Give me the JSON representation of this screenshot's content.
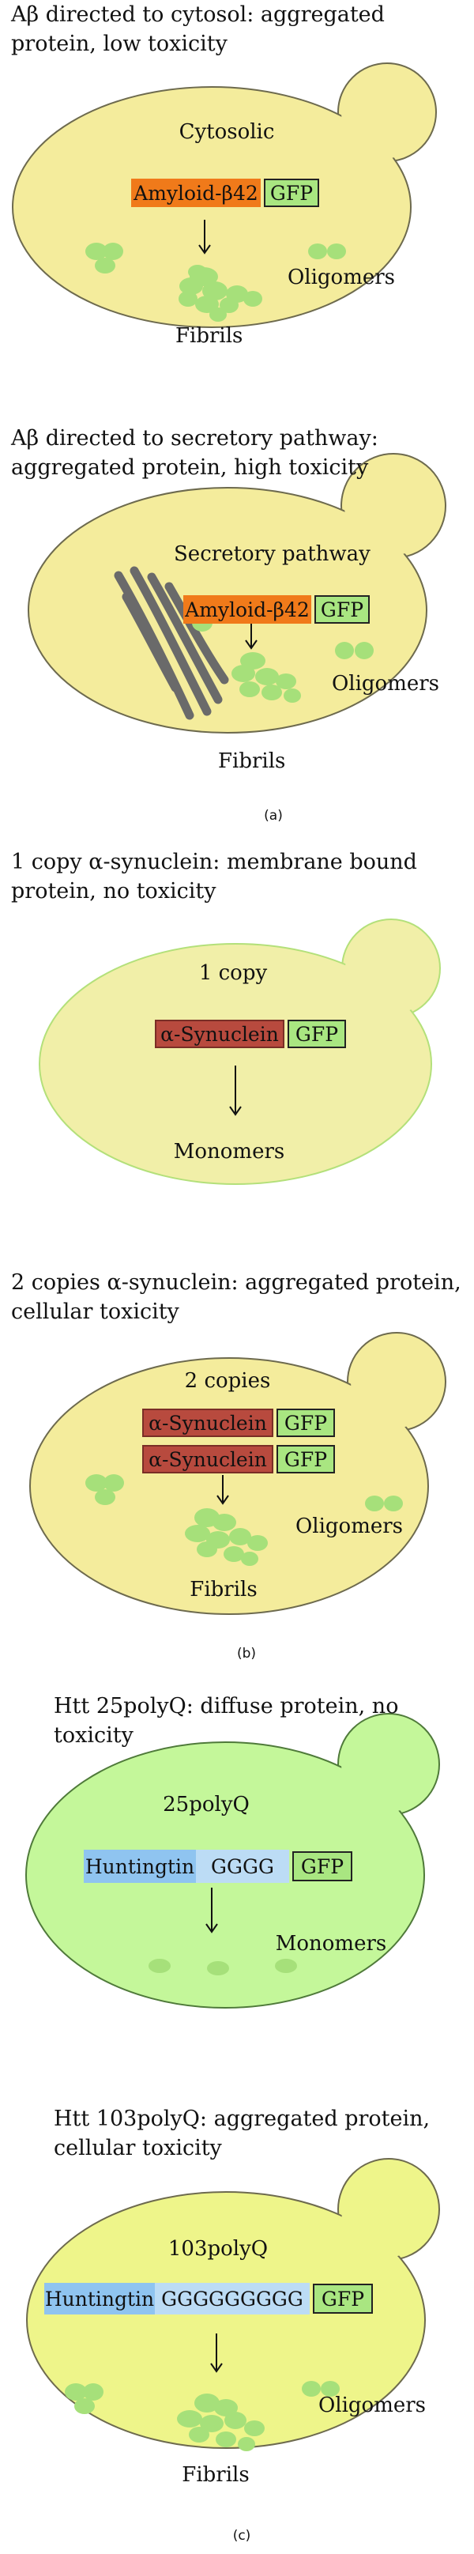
{
  "figure": {
    "panel_a": {
      "cell1": {
        "heading": "Aβ directed to cytosol: aggregated protein, low toxicity",
        "compartment": "Cytosolic",
        "protein": "Amyloid-β42",
        "tag": "GFP",
        "label_right": "Oligomers",
        "label_bottom": "Fibrils"
      },
      "cell2": {
        "heading": "Aβ directed to secretory pathway: aggregated protein, high toxicity",
        "compartment": "Secretory pathway",
        "protein": "Amyloid-β42",
        "tag": "GFP",
        "label_right": "Oligomers",
        "label_bottom": "Fibrils"
      },
      "caption": "(a)"
    },
    "panel_b": {
      "cell1": {
        "heading": "1 copy α-synuclein: membrane bound protein, no toxicity",
        "compartment": "1 copy",
        "protein": "α-Synuclein",
        "tag": "GFP",
        "label_bottom": "Monomers"
      },
      "cell2": {
        "heading": "2 copies α-synuclein: aggregated protein, cellular toxicity",
        "compartment": "2 copies",
        "protein": "α-Synuclein",
        "protein_2": "α-Synuclein",
        "tag": "GFP",
        "tag_2": "GFP",
        "label_right": "Oligomers",
        "label_bottom": "Fibrils"
      },
      "caption": "(b)"
    },
    "panel_c": {
      "cell1": {
        "heading": "Htt 25polyQ: diffuse protein, no toxicity",
        "compartment": "25polyQ",
        "protein": "Huntingtin",
        "repeat": "GGGG",
        "tag": "GFP",
        "label_right": "Monomers"
      },
      "cell2": {
        "heading": "Htt 103polyQ: aggregated protein, cellular toxicity",
        "compartment": "103polyQ",
        "protein": "Huntingtin",
        "repeat": "GGGGGGGGG",
        "tag": "GFP",
        "label_right": "Oligomers",
        "label_bottom": "Fibrils"
      },
      "caption": "(c)"
    },
    "colors": {
      "yeast_fill": "#f4ec9c",
      "yeast_fill_light": "#f1efa8",
      "yeast_green": "#c4f79a",
      "yeast_lime": "#eef58a",
      "amyloid": "#f07a1a",
      "synuclein": "#b84a3e",
      "htt_dark": "#8fc4f0",
      "htt_light": "#bcdcf5",
      "gfp": "#a9e681",
      "aggregate": "#a6e07a",
      "golgi": "#6a6a6a"
    }
  }
}
